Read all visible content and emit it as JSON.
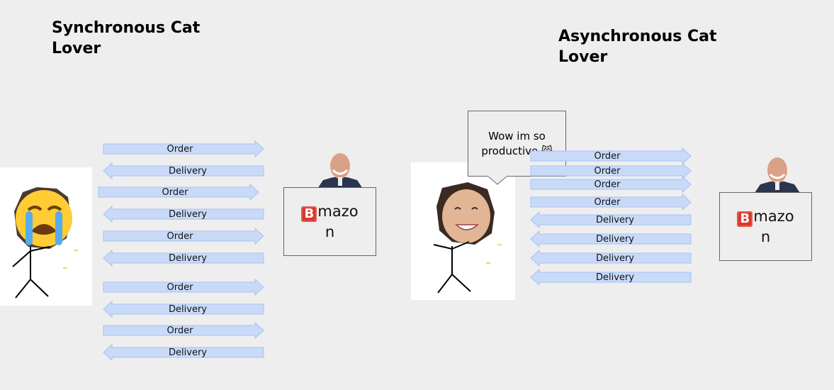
{
  "left": {
    "title": [
      "Synchronous Cat",
      "Lover"
    ],
    "company": {
      "icon": "B-button-emoji",
      "line1": "mazo",
      "line2": "n"
    },
    "arrows": [
      {
        "label": "Order",
        "dir": "right"
      },
      {
        "label": "Delivery",
        "dir": "left"
      },
      {
        "label": "Order",
        "dir": "right"
      },
      {
        "label": "Delivery",
        "dir": "left"
      },
      {
        "label": "Order",
        "dir": "right"
      },
      {
        "label": "Delivery",
        "dir": "left"
      },
      {
        "label": "Order",
        "dir": "right"
      },
      {
        "label": "Delivery",
        "dir": "left"
      },
      {
        "label": "Order",
        "dir": "right"
      },
      {
        "label": "Delivery",
        "dir": "left"
      }
    ]
  },
  "right": {
    "title": [
      "Asynchronous Cat",
      "Lover"
    ],
    "speech": {
      "line1": "Wow im so",
      "line2": "productive 😸"
    },
    "company": {
      "icon": "B-button-emoji",
      "line1": "mazo",
      "line2": "n"
    },
    "arrows": [
      {
        "label": "Order",
        "dir": "right"
      },
      {
        "label": "Order",
        "dir": "right"
      },
      {
        "label": "Order",
        "dir": "right"
      },
      {
        "label": "Order",
        "dir": "right"
      },
      {
        "label": "Delivery",
        "dir": "left"
      },
      {
        "label": "Delivery",
        "dir": "left"
      },
      {
        "label": "Delivery",
        "dir": "left"
      },
      {
        "label": "Delivery",
        "dir": "left"
      }
    ]
  },
  "colors": {
    "arrow_fill": "#c9daf8",
    "arrow_stroke": "#a4c2f4",
    "background": "#eeeeee"
  }
}
